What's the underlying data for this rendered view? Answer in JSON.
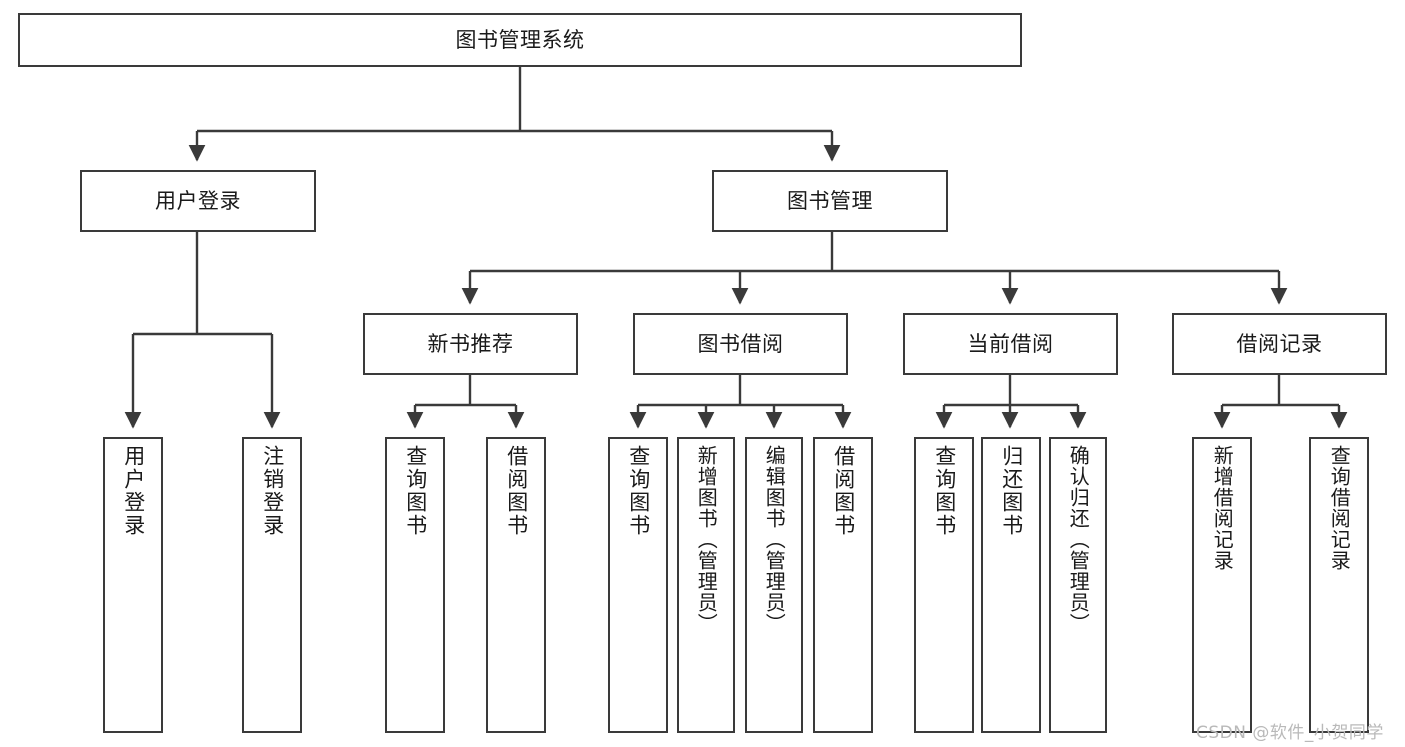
{
  "diagram": {
    "type": "hierarchy-tree",
    "title_node": {
      "id": "root",
      "label": "图书管理系统"
    },
    "levels": [
      {
        "level": 1,
        "nodes": [
          {
            "id": "user-login",
            "label": "用户登录"
          },
          {
            "id": "book-manage",
            "label": "图书管理"
          }
        ]
      },
      {
        "level": 2,
        "nodes": [
          {
            "id": "new-book-recommend",
            "label": "新书推荐"
          },
          {
            "id": "book-borrow",
            "label": "图书借阅"
          },
          {
            "id": "current-borrow",
            "label": "当前借阅"
          },
          {
            "id": "borrow-record",
            "label": "借阅记录"
          }
        ]
      },
      {
        "level": 3,
        "nodes": [
          {
            "id": "leaf-user-login",
            "label": "用户登录"
          },
          {
            "id": "leaf-logout",
            "label": "注销登录"
          },
          {
            "id": "leaf-query-book-1",
            "label": "查询图书"
          },
          {
            "id": "leaf-borrow-book-1",
            "label": "借阅图书"
          },
          {
            "id": "leaf-query-book-2",
            "label": "查询图书"
          },
          {
            "id": "leaf-add-book",
            "label": "新增图书（管理员）"
          },
          {
            "id": "leaf-edit-book",
            "label": "编辑图书（管理员）"
          },
          {
            "id": "leaf-borrow-book-2",
            "label": "借阅图书"
          },
          {
            "id": "leaf-query-book-3",
            "label": "查询图书"
          },
          {
            "id": "leaf-return-book",
            "label": "归还图书"
          },
          {
            "id": "leaf-confirm-return",
            "label": "确认归还（管理员）"
          },
          {
            "id": "leaf-add-record",
            "label": "新增借阅记录"
          },
          {
            "id": "leaf-query-record",
            "label": "查询借阅记录"
          }
        ]
      }
    ],
    "edges": [
      {
        "from": "root",
        "to": "user-login"
      },
      {
        "from": "root",
        "to": "book-manage"
      },
      {
        "from": "user-login",
        "to": "leaf-user-login"
      },
      {
        "from": "user-login",
        "to": "leaf-logout"
      },
      {
        "from": "book-manage",
        "to": "new-book-recommend"
      },
      {
        "from": "book-manage",
        "to": "book-borrow"
      },
      {
        "from": "book-manage",
        "to": "current-borrow"
      },
      {
        "from": "book-manage",
        "to": "borrow-record"
      },
      {
        "from": "new-book-recommend",
        "to": "leaf-query-book-1"
      },
      {
        "from": "new-book-recommend",
        "to": "leaf-borrow-book-1"
      },
      {
        "from": "book-borrow",
        "to": "leaf-query-book-2"
      },
      {
        "from": "book-borrow",
        "to": "leaf-add-book"
      },
      {
        "from": "book-borrow",
        "to": "leaf-edit-book"
      },
      {
        "from": "book-borrow",
        "to": "leaf-borrow-book-2"
      },
      {
        "from": "current-borrow",
        "to": "leaf-query-book-3"
      },
      {
        "from": "current-borrow",
        "to": "leaf-return-book"
      },
      {
        "from": "current-borrow",
        "to": "leaf-confirm-return"
      },
      {
        "from": "borrow-record",
        "to": "leaf-add-record"
      },
      {
        "from": "borrow-record",
        "to": "leaf-query-record"
      }
    ],
    "colors": {
      "stroke": "#3a3a3a",
      "fill": "#ffffff",
      "text": "#1a1a1a",
      "watermark": "#b9b9b9"
    }
  },
  "watermark": {
    "text": "CSDN @软件_小贺同学"
  }
}
